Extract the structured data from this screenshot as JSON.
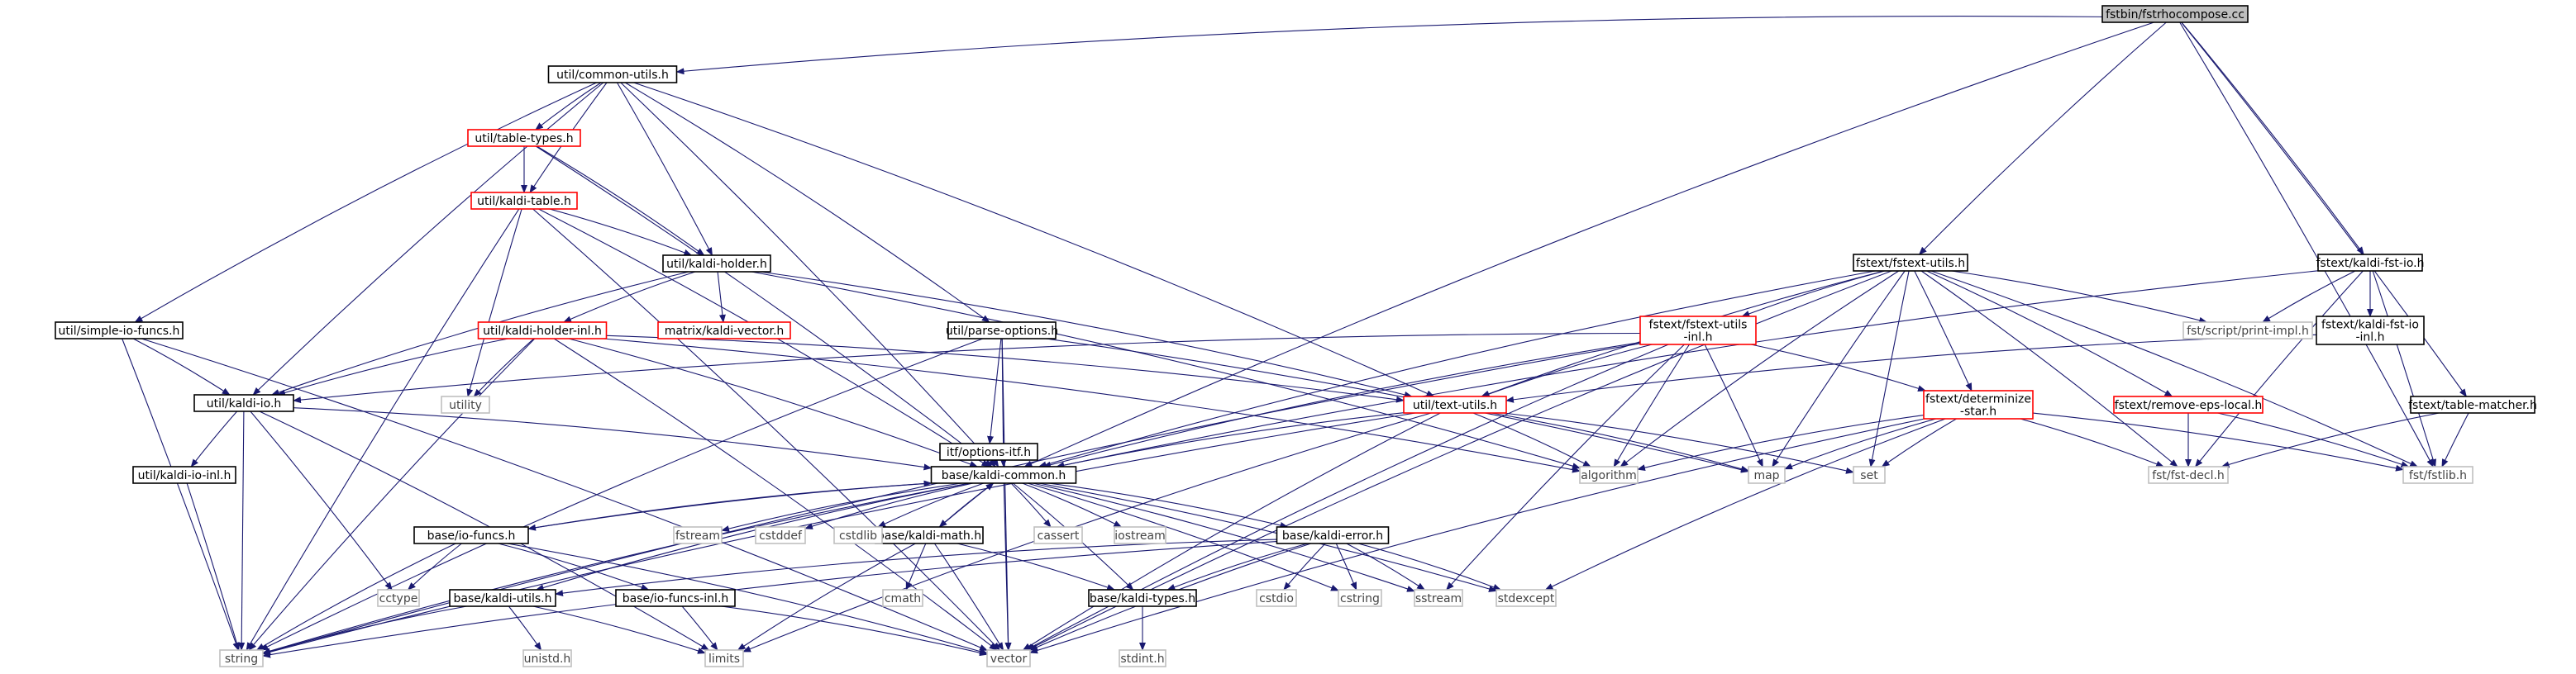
{
  "colors": {
    "edge": "#191970",
    "root_fill": "#bfbfbf",
    "root_stroke": "#000000",
    "doc_stroke": "#000000",
    "trunc_stroke": "#ff0000",
    "sys_stroke": "#bfbfbf",
    "text": "#000000",
    "sys_text": "#444444"
  },
  "nodes": [
    {
      "id": "root",
      "label": "fstbin/fstrhocompose.cc",
      "kind": "root"
    },
    {
      "id": "cu",
      "label": "util/common-utils.h",
      "kind": "doc"
    },
    {
      "id": "tt",
      "label": "util/table-types.h",
      "kind": "trunc"
    },
    {
      "id": "kt",
      "label": "util/kaldi-table.h",
      "kind": "trunc"
    },
    {
      "id": "kh",
      "label": "util/kaldi-holder.h",
      "kind": "doc"
    },
    {
      "id": "khi",
      "label": "util/kaldi-holder-inl.h",
      "kind": "trunc"
    },
    {
      "id": "mkv",
      "label": "matrix/kaldi-vector.h",
      "kind": "trunc"
    },
    {
      "id": "sif",
      "label": "util/simple-io-funcs.h",
      "kind": "doc"
    },
    {
      "id": "po",
      "label": "util/parse-options.h",
      "kind": "doc"
    },
    {
      "id": "kio",
      "label": "util/kaldi-io.h",
      "kind": "doc"
    },
    {
      "id": "kioi",
      "label": "util/kaldi-io-inl.h",
      "kind": "doc"
    },
    {
      "id": "oitf",
      "label": "itf/options-itf.h",
      "kind": "doc"
    },
    {
      "id": "kc",
      "label": "base/kaldi-common.h",
      "kind": "doc"
    },
    {
      "id": "iof",
      "label": "base/io-funcs.h",
      "kind": "doc"
    },
    {
      "id": "iofi",
      "label": "base/io-funcs-inl.h",
      "kind": "doc"
    },
    {
      "id": "ku",
      "label": "base/kaldi-utils.h",
      "kind": "doc"
    },
    {
      "id": "km",
      "label": "base/kaldi-math.h",
      "kind": "doc"
    },
    {
      "id": "ke",
      "label": "base/kaldi-error.h",
      "kind": "doc"
    },
    {
      "id": "kty",
      "label": "base/kaldi-types.h",
      "kind": "doc"
    },
    {
      "id": "feu",
      "label": "fstext/fstext-utils.h",
      "kind": "doc"
    },
    {
      "id": "feui",
      "label": [
        "fstext/fstext-utils",
        "-inl.h"
      ],
      "kind": "trunc"
    },
    {
      "id": "txu",
      "label": "util/text-utils.h",
      "kind": "trunc"
    },
    {
      "id": "ds",
      "label": [
        "fstext/determinize",
        "-star.h"
      ],
      "kind": "trunc"
    },
    {
      "id": "rel",
      "label": "fstext/remove-eps-local.h",
      "kind": "trunc"
    },
    {
      "id": "kfi",
      "label": "fstext/kaldi-fst-io.h",
      "kind": "doc"
    },
    {
      "id": "kfii",
      "label": [
        "fstext/kaldi-fst-io",
        "-inl.h"
      ],
      "kind": "doc"
    },
    {
      "id": "tm",
      "label": "fstext/table-matcher.h",
      "kind": "doc"
    },
    {
      "id": "pimpl",
      "label": "fst/script/print-impl.h",
      "kind": "sys"
    },
    {
      "id": "fdecl",
      "label": "fst/fst-decl.h",
      "kind": "sys"
    },
    {
      "id": "flib",
      "label": "fst/fstlib.h",
      "kind": "sys"
    },
    {
      "id": "utility",
      "label": "utility",
      "kind": "sys"
    },
    {
      "id": "algorithm",
      "label": "algorithm",
      "kind": "sys"
    },
    {
      "id": "map",
      "label": "map",
      "kind": "sys"
    },
    {
      "id": "set",
      "label": "set",
      "kind": "sys"
    },
    {
      "id": "fstream",
      "label": "fstream",
      "kind": "sys"
    },
    {
      "id": "cstddef",
      "label": "cstddef",
      "kind": "sys"
    },
    {
      "id": "cstdlib",
      "label": "cstdlib",
      "kind": "sys"
    },
    {
      "id": "cassert",
      "label": "cassert",
      "kind": "sys"
    },
    {
      "id": "iostream",
      "label": "iostream",
      "kind": "sys"
    },
    {
      "id": "cctype",
      "label": "cctype",
      "kind": "sys"
    },
    {
      "id": "cmath",
      "label": "cmath",
      "kind": "sys"
    },
    {
      "id": "cstdio",
      "label": "cstdio",
      "kind": "sys"
    },
    {
      "id": "cstring",
      "label": "cstring",
      "kind": "sys"
    },
    {
      "id": "sstream",
      "label": "sstream",
      "kind": "sys"
    },
    {
      "id": "stdexcept",
      "label": "stdexcept",
      "kind": "sys"
    },
    {
      "id": "string",
      "label": "string",
      "kind": "sys"
    },
    {
      "id": "limits",
      "label": "limits",
      "kind": "sys"
    },
    {
      "id": "vector",
      "label": "vector",
      "kind": "sys"
    },
    {
      "id": "unistd",
      "label": "unistd.h",
      "kind": "sys"
    },
    {
      "id": "stdint",
      "label": "stdint.h",
      "kind": "sys"
    }
  ],
  "edges": [
    [
      "root",
      "cu"
    ],
    [
      "root",
      "kc"
    ],
    [
      "root",
      "feu"
    ],
    [
      "root",
      "kfi"
    ],
    [
      "root",
      "tm"
    ],
    [
      "root",
      "flib"
    ],
    [
      "cu",
      "tt"
    ],
    [
      "cu",
      "kt"
    ],
    [
      "cu",
      "kh"
    ],
    [
      "cu",
      "sif"
    ],
    [
      "cu",
      "po"
    ],
    [
      "cu",
      "kio"
    ],
    [
      "cu",
      "kc"
    ],
    [
      "cu",
      "txu"
    ],
    [
      "tt",
      "kt"
    ],
    [
      "tt",
      "kh"
    ],
    [
      "tt",
      "kc"
    ],
    [
      "kt",
      "kh"
    ],
    [
      "kt",
      "kc"
    ],
    [
      "kt",
      "utility"
    ],
    [
      "kt",
      "string"
    ],
    [
      "kt",
      "vector"
    ],
    [
      "kh",
      "khi"
    ],
    [
      "kh",
      "mkv"
    ],
    [
      "kh",
      "kio"
    ],
    [
      "kh",
      "txu"
    ],
    [
      "kh",
      "algorithm"
    ],
    [
      "khi",
      "kio"
    ],
    [
      "khi",
      "txu"
    ],
    [
      "khi",
      "utility"
    ],
    [
      "khi",
      "string"
    ],
    [
      "khi",
      "algorithm"
    ],
    [
      "khi",
      "kc"
    ],
    [
      "khi",
      "vector"
    ],
    [
      "sif",
      "kio"
    ],
    [
      "sif",
      "string"
    ],
    [
      "sif",
      "vector"
    ],
    [
      "po",
      "kc"
    ],
    [
      "po",
      "oitf"
    ],
    [
      "po",
      "string"
    ],
    [
      "po",
      "map"
    ],
    [
      "po",
      "vector"
    ],
    [
      "kio",
      "kioi"
    ],
    [
      "kio",
      "kc"
    ],
    [
      "kio",
      "cctype"
    ],
    [
      "kio",
      "limits"
    ],
    [
      "kio",
      "string"
    ],
    [
      "kioi",
      "string"
    ],
    [
      "oitf",
      "kc"
    ],
    [
      "kc",
      "iof"
    ],
    [
      "kc",
      "ku"
    ],
    [
      "kc",
      "km"
    ],
    [
      "kc",
      "ke"
    ],
    [
      "kc",
      "fstream"
    ],
    [
      "kc",
      "cstddef"
    ],
    [
      "kc",
      "cstdlib"
    ],
    [
      "kc",
      "cassert"
    ],
    [
      "kc",
      "iostream"
    ],
    [
      "kc",
      "cstring"
    ],
    [
      "kc",
      "sstream"
    ],
    [
      "kc",
      "stdexcept"
    ],
    [
      "kc",
      "string"
    ],
    [
      "kc",
      "vector"
    ],
    [
      "kc",
      "kty"
    ],
    [
      "iof",
      "kc"
    ],
    [
      "iof",
      "iofi"
    ],
    [
      "iof",
      "cctype"
    ],
    [
      "iof",
      "string"
    ],
    [
      "iof",
      "vector"
    ],
    [
      "iofi",
      "limits"
    ],
    [
      "iofi",
      "vector"
    ],
    [
      "ku",
      "limits"
    ],
    [
      "ku",
      "string"
    ],
    [
      "ku",
      "unistd"
    ],
    [
      "km",
      "kc"
    ],
    [
      "km",
      "kty"
    ],
    [
      "km",
      "cmath"
    ],
    [
      "km",
      "limits"
    ],
    [
      "km",
      "vector"
    ],
    [
      "ke",
      "kty"
    ],
    [
      "ke",
      "cstdio"
    ],
    [
      "ke",
      "cstring"
    ],
    [
      "ke",
      "sstream"
    ],
    [
      "ke",
      "stdexcept"
    ],
    [
      "ke",
      "string"
    ],
    [
      "ke",
      "vector"
    ],
    [
      "ke",
      "ku"
    ],
    [
      "kty",
      "stdint"
    ],
    [
      "feu",
      "feui"
    ],
    [
      "feu",
      "txu"
    ],
    [
      "feu",
      "ds"
    ],
    [
      "feu",
      "rel"
    ],
    [
      "feu",
      "pimpl"
    ],
    [
      "feu",
      "algorithm"
    ],
    [
      "feu",
      "map"
    ],
    [
      "feu",
      "set"
    ],
    [
      "feu",
      "fdecl"
    ],
    [
      "feu",
      "flib"
    ],
    [
      "feu",
      "kc"
    ],
    [
      "feu",
      "vector"
    ],
    [
      "feui",
      "txu"
    ],
    [
      "feui",
      "ds"
    ],
    [
      "feui",
      "kc"
    ],
    [
      "feui",
      "kio"
    ],
    [
      "feui",
      "algorithm"
    ],
    [
      "feui",
      "map"
    ],
    [
      "feui",
      "string"
    ],
    [
      "feui",
      "vector"
    ],
    [
      "feui",
      "sstream"
    ],
    [
      "txu",
      "kc"
    ],
    [
      "txu",
      "algorithm"
    ],
    [
      "txu",
      "map"
    ],
    [
      "txu",
      "set"
    ],
    [
      "txu",
      "string"
    ],
    [
      "txu",
      "vector"
    ],
    [
      "txu",
      "limits"
    ],
    [
      "ds",
      "algorithm"
    ],
    [
      "ds",
      "map"
    ],
    [
      "ds",
      "set"
    ],
    [
      "ds",
      "fdecl"
    ],
    [
      "ds",
      "flib"
    ],
    [
      "ds",
      "vector"
    ],
    [
      "ds",
      "stdexcept"
    ],
    [
      "rel",
      "fdecl"
    ],
    [
      "rel",
      "flib"
    ],
    [
      "kfi",
      "kfii"
    ],
    [
      "kfi",
      "pimpl"
    ],
    [
      "kfi",
      "fdecl"
    ],
    [
      "kfi",
      "flib"
    ],
    [
      "kfi",
      "kc"
    ],
    [
      "kfii",
      "txu"
    ],
    [
      "tm",
      "fdecl"
    ],
    [
      "tm",
      "flib"
    ]
  ]
}
